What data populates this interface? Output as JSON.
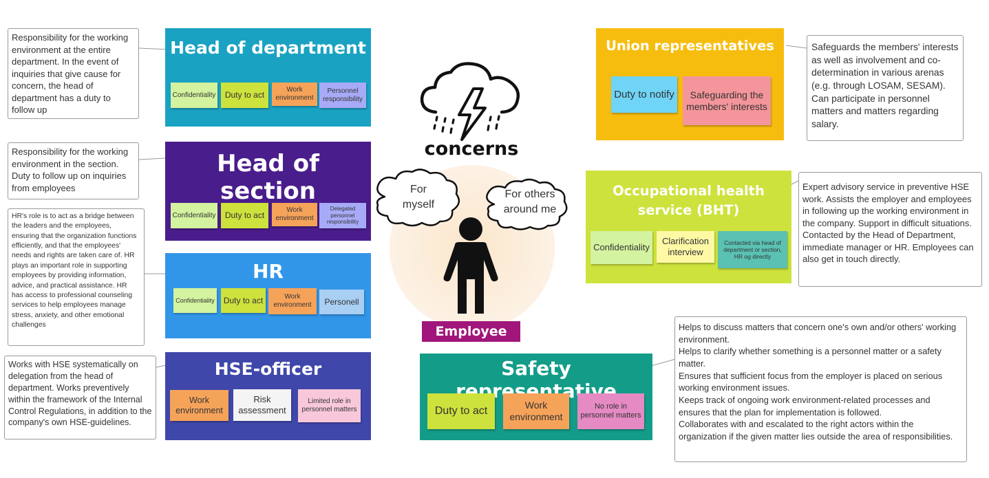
{
  "center": {
    "title": "concerns",
    "thought_self": "For myself",
    "thought_others": "For others around me",
    "employee_label": "Employee"
  },
  "colors": {
    "head_department": "#1aa2c2",
    "head_section": "#4a1d8c",
    "hr": "#3296e8",
    "hse": "#3f47aa",
    "union": "#f7bd0e",
    "bht": "#cde23c",
    "safety": "#139c88",
    "employee_label": "#a0167a",
    "glow": "#fbe6cb"
  },
  "icons": {
    "storm": "storm-cloud-icon",
    "person": "person-icon",
    "thought": "thought-cloud-icon"
  },
  "roles": {
    "head_department": {
      "title": "Head of department",
      "tags": [
        "Confidentiality",
        "Duty to act",
        "Work environment",
        "Personnel responsibility"
      ],
      "note": "Responsibility for the working environment at the entire department. In the event of inquiries that give cause for concern, the head of department has a duty to follow up"
    },
    "head_section": {
      "title": "Head of section",
      "tags": [
        "Confidentiality",
        "Duty to act",
        "Work environment",
        "Delegated personnel responsibility"
      ],
      "note": "Responsibility for the working environment in the section. Duty to follow up on inquiries from employees"
    },
    "hr": {
      "title": "HR",
      "tags": [
        "Confidentiality",
        "Duty to act",
        "Work environment",
        "Personell"
      ],
      "note": "HR's role is to act as a bridge between the leaders and the employees, ensuring that the organization functions efficiently, and that the employees' needs and rights are taken care of. HR plays an important role in supporting employees by providing information, advice, and practical assistance. HR has access to professional counseling services to help employees manage stress, anxiety, and other emotional challenges"
    },
    "hse": {
      "title": "HSE-officer",
      "tags": [
        "Work environment",
        "Risk assessment",
        "Limited role in personnel matters"
      ],
      "note": "Works with HSE systematically on delegation from the head of department. Works preventively within the framework of the Internal Control Regulations, in addition to the company's own HSE-guidelines."
    },
    "union": {
      "title": "Union representatives",
      "tags": [
        "Duty to notify",
        "Safeguarding the members' interests"
      ],
      "note": "Safeguards the members' interests as well as involvement and co-determination in various arenas (e.g. through LOSAM, SESAM). Can participate in personnel matters and matters regarding salary."
    },
    "bht": {
      "title": "Occupational health service (BHT)",
      "tags": [
        "Confidentiality",
        "Clarification interview",
        "Contacted via head of department or section, HR og directly"
      ],
      "note": "Expert advisory service in preventive HSE work. Assists the employer and employees in following up the working environment in the company. Support in difficult situations. Contacted by the Head of Department, immediate manager or HR. Employees can also get in touch directly."
    },
    "safety": {
      "title": "Safety representative",
      "tags": [
        "Duty to act",
        "Work environment",
        "No role in personnel matters"
      ],
      "note_lines": [
        "Helps to discuss matters that concern one's own and/or others' working environment.",
        "Helps to clarify whether something is a personnel matter or a safety matter.",
        "Ensures that sufficient focus from the employer is placed on serious working environment issues.",
        "Keeps track of ongoing work environment-related processes and ensures that the plan for implementation is followed.",
        "Collaborates with and escalated to the right actors within the organization if the given matter lies outside the area of responsibilities."
      ]
    }
  }
}
